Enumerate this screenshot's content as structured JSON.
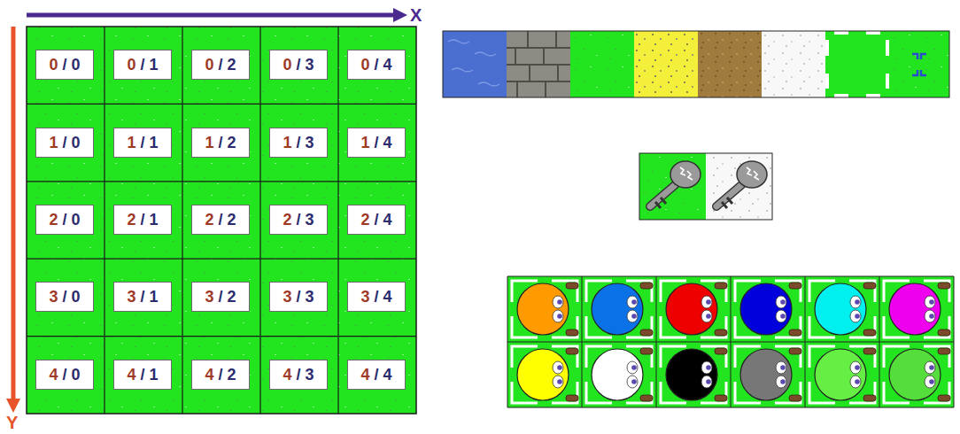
{
  "diagram": {
    "nodes": [
      {
        "text": [
          "0",
          "/",
          "0"
        ]
      },
      {
        "text": [
          "0",
          "/",
          "1"
        ]
      },
      {
        "text": [
          "0",
          "/",
          "2"
        ]
      },
      {
        "text": [
          "0",
          "/",
          "3"
        ]
      },
      {
        "text": [
          "0",
          "/",
          "4"
        ]
      },
      {
        "text": [
          "1",
          "/",
          "0"
        ]
      },
      {
        "text": [
          "1",
          "/",
          "1"
        ]
      },
      {
        "text": [
          "1",
          "/",
          "2"
        ]
      },
      {
        "text": [
          "1",
          "/",
          "3"
        ]
      },
      {
        "text": [
          "1",
          "/",
          "4"
        ]
      },
      {
        "text": [
          "2",
          "/",
          "0"
        ]
      },
      {
        "text": [
          "2",
          "/",
          "1"
        ]
      },
      {
        "text": [
          "2",
          "/",
          "2"
        ]
      },
      {
        "text": [
          "2",
          "/",
          "3"
        ]
      },
      {
        "text": [
          "2",
          "/",
          "4"
        ]
      },
      {
        "text": [
          "3",
          "/",
          "0"
        ]
      },
      {
        "text": [
          "3",
          "/",
          "1"
        ]
      },
      {
        "text": [
          "3",
          "/",
          "2"
        ]
      },
      {
        "text": [
          "3",
          "/",
          "3"
        ]
      },
      {
        "text": [
          "3",
          "/",
          "4"
        ]
      },
      {
        "text": [
          "4",
          "/",
          "0"
        ]
      },
      {
        "text": [
          "4",
          "/",
          "1"
        ]
      },
      {
        "text": [
          "4",
          "/",
          "2"
        ]
      },
      {
        "text": [
          "4",
          "/",
          "3"
        ]
      },
      {
        "text": [
          "4",
          "/",
          "4"
        ]
      }
    ],
    "labels": [
      "X",
      "Y"
    ]
  }
}
